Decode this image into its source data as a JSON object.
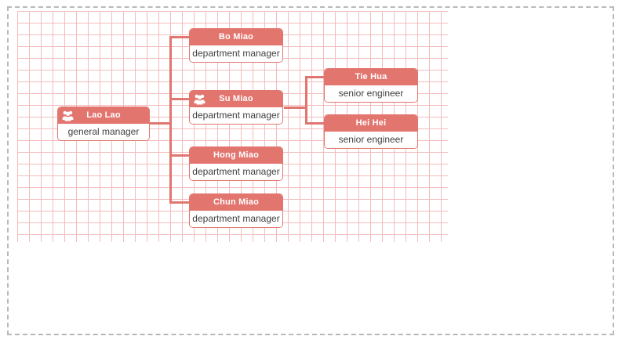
{
  "container": {
    "border_style": "dashed",
    "border_color": "#b9b9b9"
  },
  "canvas": {
    "grid_color": "#f3bcbc",
    "grid_size": 15,
    "background": "#ffffff"
  },
  "theme": {
    "node_header_bg": "#e3756f",
    "node_header_text": "#ffffff",
    "node_body_text": "#3f3f3f",
    "node_border": "#e0766f",
    "connector_color": "#e0766f"
  },
  "org_chart": {
    "type": "org-tree",
    "root": {
      "id": "lao-lao",
      "name": "Lao Lao",
      "title": "general manager",
      "icon": "people-group-icon",
      "has_icon": true
    },
    "nodes": [
      {
        "id": "lao-lao",
        "name": "Lao Lao",
        "title": "general manager",
        "icon": "people-group-icon",
        "has_icon": true,
        "parent": null,
        "level": 0
      },
      {
        "id": "bo-miao",
        "name": "Bo Miao",
        "title": "department manager",
        "icon": null,
        "has_icon": false,
        "parent": "lao-lao",
        "level": 1
      },
      {
        "id": "su-miao",
        "name": "Su Miao",
        "title": "department manager",
        "icon": "people-group-icon",
        "has_icon": true,
        "parent": "lao-lao",
        "level": 1
      },
      {
        "id": "hong-miao",
        "name": "Hong Miao",
        "title": "department manager",
        "icon": null,
        "has_icon": false,
        "parent": "lao-lao",
        "level": 1
      },
      {
        "id": "chun-miao",
        "name": "Chun Miao",
        "title": "department manager",
        "icon": null,
        "has_icon": false,
        "parent": "lao-lao",
        "level": 1
      },
      {
        "id": "tie-hua",
        "name": "Tie Hua",
        "title": "senior engineer",
        "icon": null,
        "has_icon": false,
        "parent": "su-miao",
        "level": 2
      },
      {
        "id": "hei-hei",
        "name": "Hei Hei",
        "title": "senior engineer",
        "icon": null,
        "has_icon": false,
        "parent": "su-miao",
        "level": 2
      }
    ]
  }
}
